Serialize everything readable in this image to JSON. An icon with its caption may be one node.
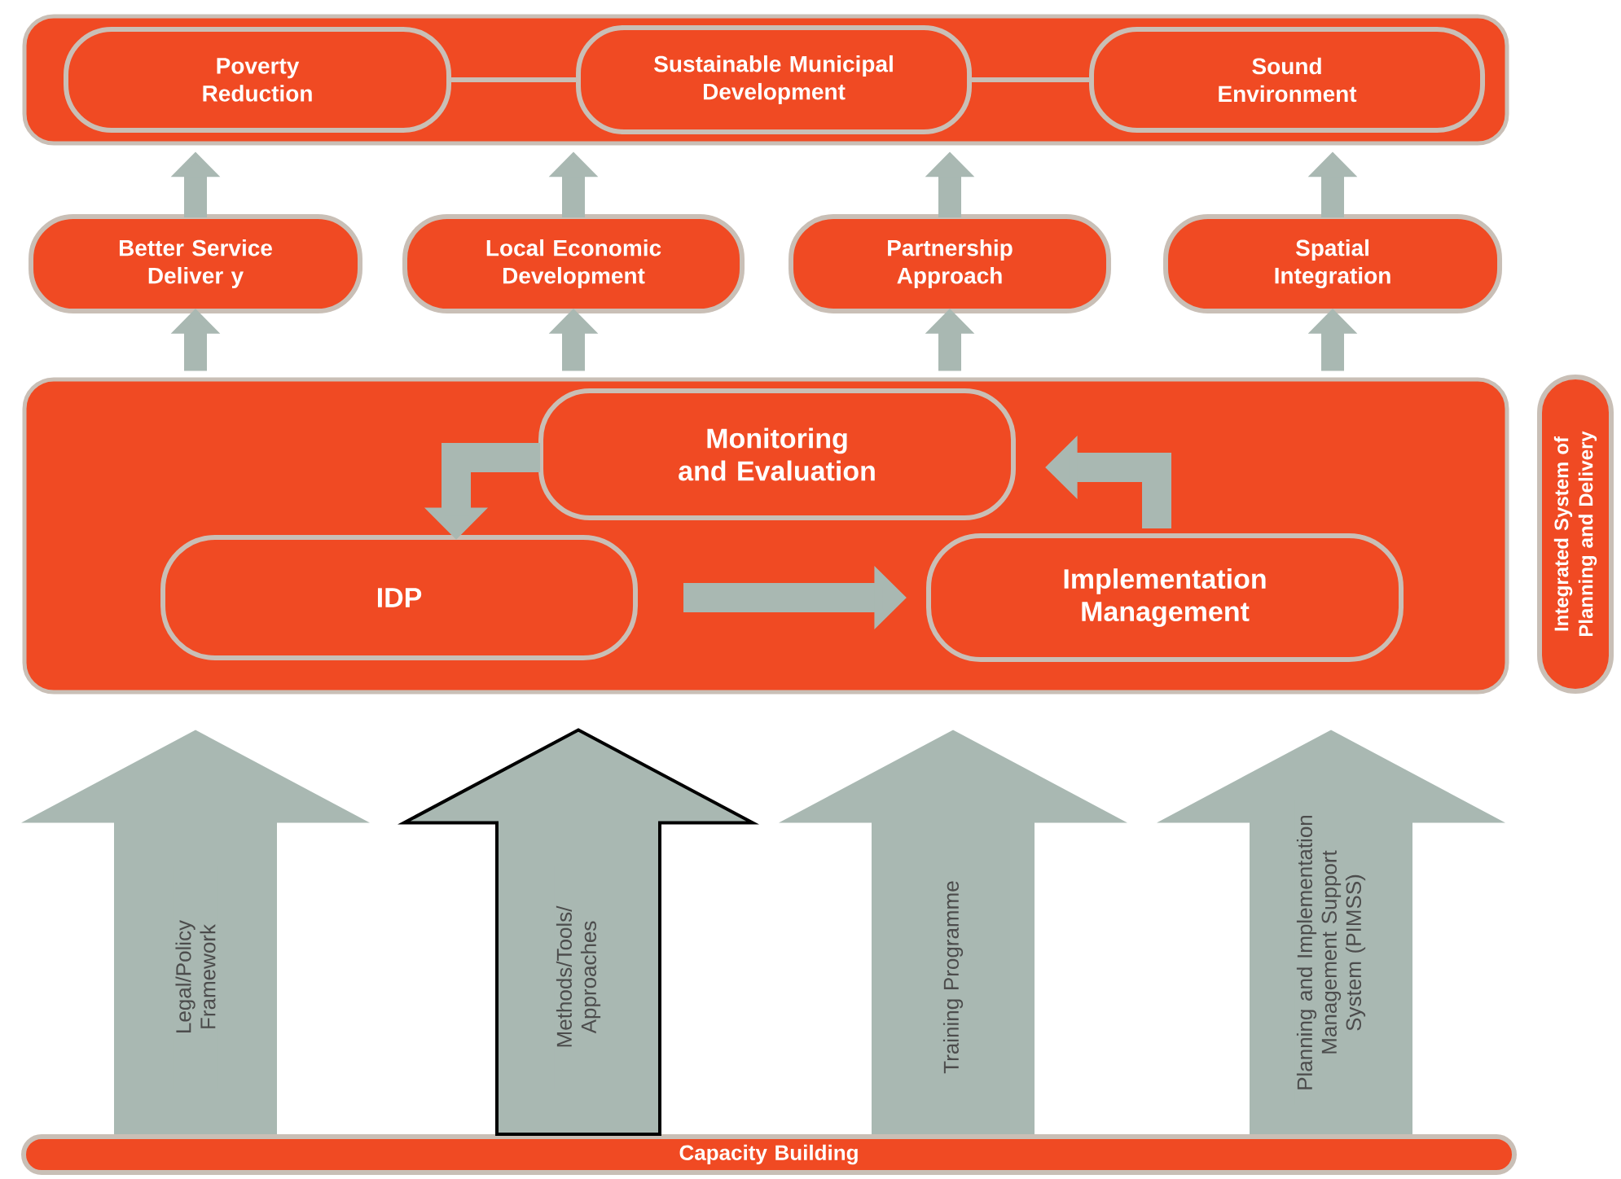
{
  "diagram": {
    "nodes": [
      {
        "text": [],
        "shape": "box"
      },
      {
        "text": [
          "Poverty Reduction"
        ],
        "in": 0
      },
      {
        "text": [
          "Sustainable Municipal Development"
        ],
        "in": 0
      },
      {
        "text": [
          "Sound Environment"
        ],
        "in": 0
      },
      {
        "text": [
          "Better Service Deliver y"
        ]
      },
      {
        "text": [
          "Local Economic Development"
        ]
      },
      {
        "text": [
          "Partnership Approach"
        ]
      },
      {
        "text": [
          "Spatial Integration"
        ]
      },
      {
        "text": [],
        "shape": "box"
      },
      {
        "text": [
          "Monitoring and Evaluation"
        ],
        "in": 8
      },
      {
        "text": [
          "IDP"
        ],
        "in": 8
      },
      {
        "text": [
          "Implementation Management"
        ],
        "in": 8
      },
      {
        "text": [
          "Integrated System of Planning and Delivery"
        ]
      },
      {
        "text": [
          "Capacity Building"
        ]
      }
    ],
    "edges": [
      {
        "from": 1,
        "to": 2,
        "arrow": "none"
      },
      {
        "from": 2,
        "to": 3,
        "arrow": "none"
      },
      {
        "from": 4,
        "to": 0,
        "arrow": "to"
      },
      {
        "from": 5,
        "to": 0,
        "arrow": "to"
      },
      {
        "from": 6,
        "to": 0,
        "arrow": "to"
      },
      {
        "from": 7,
        "to": 0,
        "arrow": "to"
      },
      {
        "from": 8,
        "to": 4,
        "arrow": "to"
      },
      {
        "from": 8,
        "to": 5,
        "arrow": "to"
      },
      {
        "from": 8,
        "to": 6,
        "arrow": "to"
      },
      {
        "from": 8,
        "to": 7,
        "arrow": "to"
      },
      {
        "from": 9,
        "to": 10,
        "arrow": "to"
      },
      {
        "from": 10,
        "to": 11,
        "arrow": "to"
      },
      {
        "from": 11,
        "to": 9,
        "arrow": "to"
      },
      {
        "from": 13,
        "to": 8,
        "arrow": "to",
        "label": "Legal/Policy Framework"
      },
      {
        "from": 13,
        "to": 8,
        "arrow": "to",
        "label": "Methods/Tools/ Approaches",
        "color": "#000000"
      },
      {
        "from": 13,
        "to": 8,
        "arrow": "to",
        "label": "Training Programme"
      },
      {
        "from": 13,
        "to": 8,
        "arrow": "to",
        "label": "Planning and Implementation Management Support System (PIMSS)"
      }
    ]
  }
}
